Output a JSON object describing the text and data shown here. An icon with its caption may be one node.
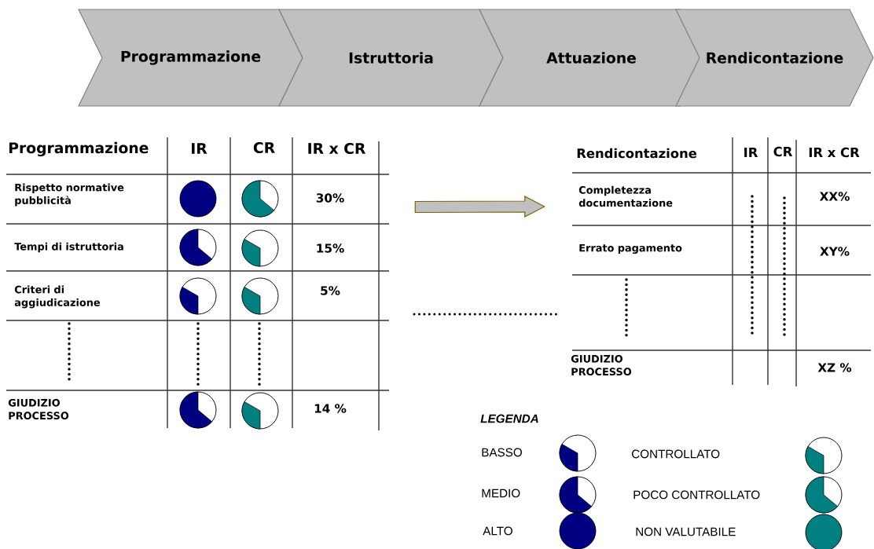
{
  "diagram": {
    "nodes": [
      {
        "text": [
          "Programmazione"
        ]
      },
      {
        "text": [
          "Istruttoria"
        ]
      },
      {
        "text": [
          "Attuazione"
        ]
      },
      {
        "text": [
          "Rendicontazione"
        ]
      },
      {
        "text": [
          "Programmazione",
          "IR",
          "CR",
          "IR x CR",
          "Rispetto normative pubblicità",
          "30%",
          "Tempi di istruttoria",
          "15%",
          "Criteri di aggiudicazione",
          "5%",
          "GIUDIZIO PROCESSO",
          "14 %"
        ]
      },
      {
        "text": [
          "Rendicontazione",
          "IR",
          "CR",
          "IR x CR",
          "Completezza documentazione",
          "XX%",
          "Errato pagamento",
          "XY%",
          "GIUDIZIO PROCESSO",
          "XZ %"
        ]
      }
    ],
    "edges": [
      {
        "from": 4,
        "to": 5,
        "arrow": "to"
      }
    ],
    "labels": [
      "LEGENDA"
    ],
    "legend": [
      {
        "text": "BASSO"
      },
      {
        "text": "MEDIO"
      },
      {
        "text": "ALTO"
      },
      {
        "text": "CONTROLLATO"
      },
      {
        "text": "POCO CONTROLLATO"
      },
      {
        "text": "NON VALUTABILE"
      }
    ]
  }
}
